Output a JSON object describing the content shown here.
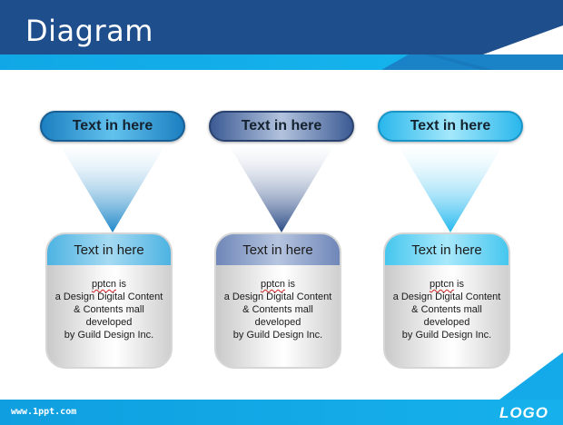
{
  "slide": {
    "title": "Diagram",
    "footer_url": "www.1ppt.com",
    "logo": "LOGO"
  },
  "columns": [
    {
      "pill_label": "Text in here",
      "card_title": "Text in here",
      "body_brand": "pptcn",
      "body_lines": [
        "is",
        "a Design Digital Content",
        "& Contents mall",
        "developed",
        "by Guild Design Inc."
      ],
      "accent": "#1c7fc0"
    },
    {
      "pill_label": "Text in here",
      "card_title": "Text in here",
      "body_brand": "pptcn",
      "body_lines": [
        "is",
        "a Design Digital Content",
        "& Contents mall",
        "developed",
        "by Guild Design Inc."
      ],
      "accent": "#3c5b94"
    },
    {
      "pill_label": "Text in here",
      "card_title": "Text in here",
      "body_brand": "pptcn",
      "body_lines": [
        "is",
        "a Design Digital Content",
        "& Contents mall",
        "developed",
        "by Guild Design Inc."
      ],
      "accent": "#2ab7ec"
    }
  ]
}
